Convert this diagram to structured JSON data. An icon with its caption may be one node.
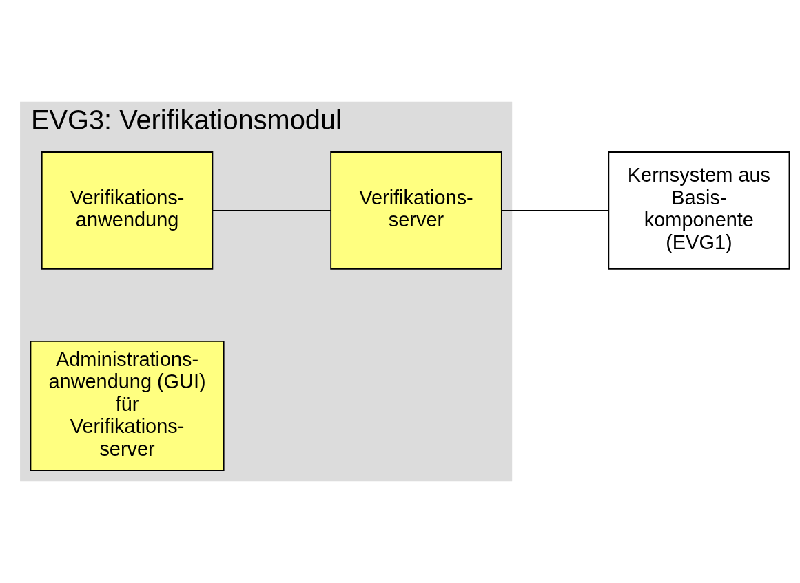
{
  "diagram": {
    "nodes": [
      {
        "text": [
          "EVG3: Verifikationsmodul"
        ]
      },
      {
        "text": [
          "Verifikations- anwendung"
        ],
        "in": 0
      },
      {
        "text": [
          "Verifikations- server"
        ],
        "in": 0
      },
      {
        "text": [
          "Administrations- anwendung (GUI) für Verifikations- server"
        ],
        "in": 0
      },
      {
        "text": [
          "Kernsystem aus Basis- komponente (EVG1)"
        ]
      }
    ],
    "edges": [
      {
        "from": 1,
        "to": 2,
        "arrow": "none"
      },
      {
        "from": 2,
        "to": 4,
        "arrow": "none"
      }
    ]
  }
}
